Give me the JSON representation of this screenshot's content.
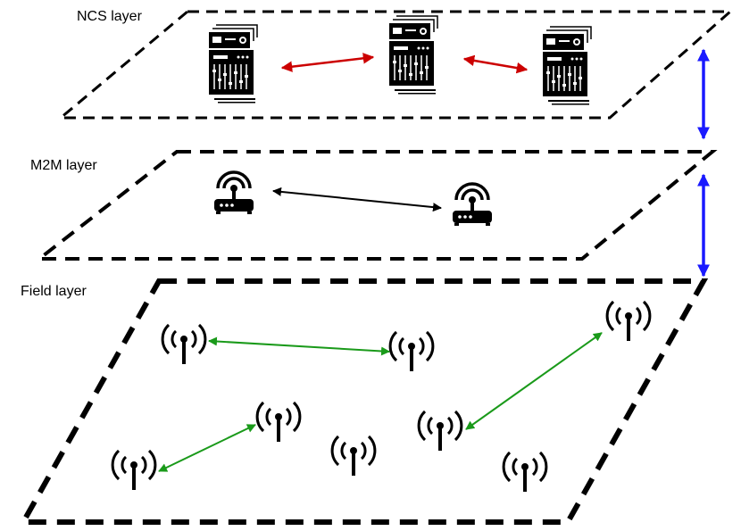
{
  "layers": [
    {
      "id": "ncs",
      "label": "NCS layer",
      "device": "server-rack",
      "link_color": "#cc0000"
    },
    {
      "id": "m2m",
      "label": "M2M layer",
      "device": "router",
      "link_color": "#000000"
    },
    {
      "id": "field",
      "label": "Field layer",
      "device": "antenna",
      "link_color": "#1a9a1a"
    }
  ],
  "inter_layer_link_color": "#1a1aff"
}
